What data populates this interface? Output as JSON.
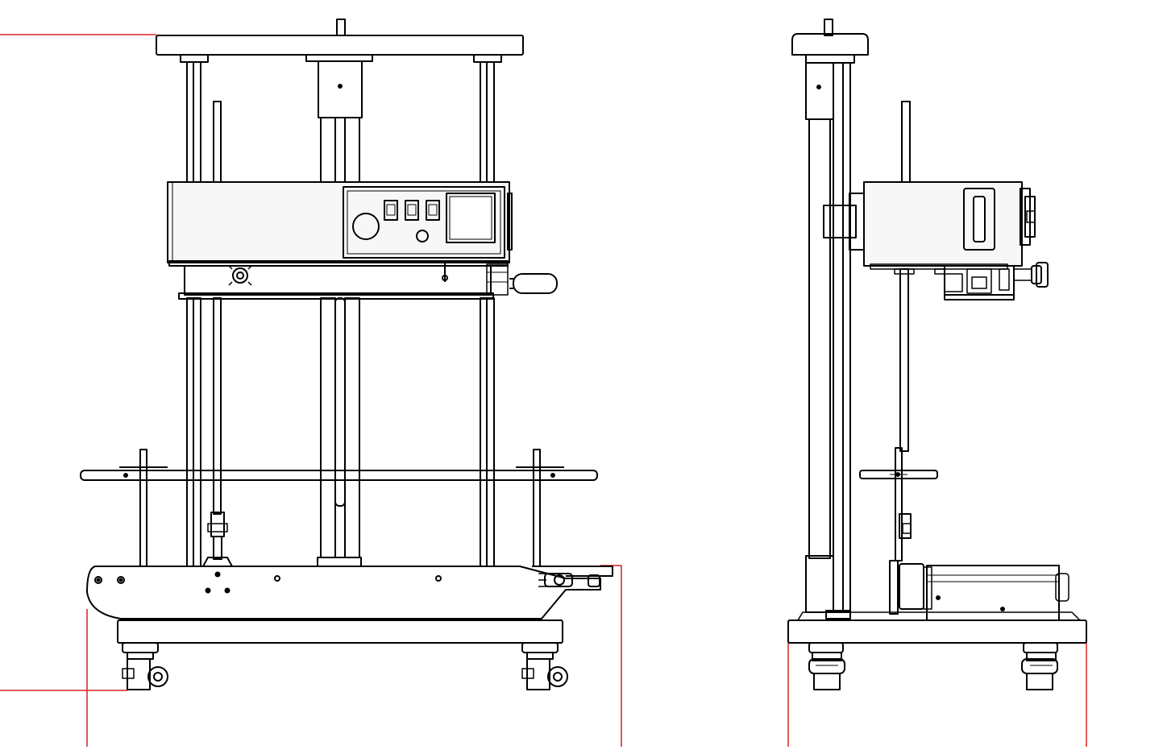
{
  "diagram": {
    "kind": "technical line drawing",
    "views": [
      {
        "id": "front-view",
        "components": [
          "top-plate",
          "guide-columns",
          "center-cylinder",
          "sealing-head",
          "control-panel",
          "power-dial",
          "switches",
          "temperature-display",
          "knob",
          "conveyor-support-bar",
          "conveyor-base",
          "handle",
          "base-frame",
          "caster-wheels"
        ]
      },
      {
        "id": "side-view",
        "components": [
          "top-cap",
          "main-column",
          "sealing-head",
          "side-window",
          "adjuster-knob",
          "support-rod",
          "support-bar",
          "motor-box",
          "base-frame",
          "caster-wheels"
        ]
      }
    ],
    "colors": {
      "stroke": "#000000",
      "panel_fill": "#f7f7f7",
      "window_fill": "#ffffff",
      "dimension_line": "#d62020"
    }
  }
}
